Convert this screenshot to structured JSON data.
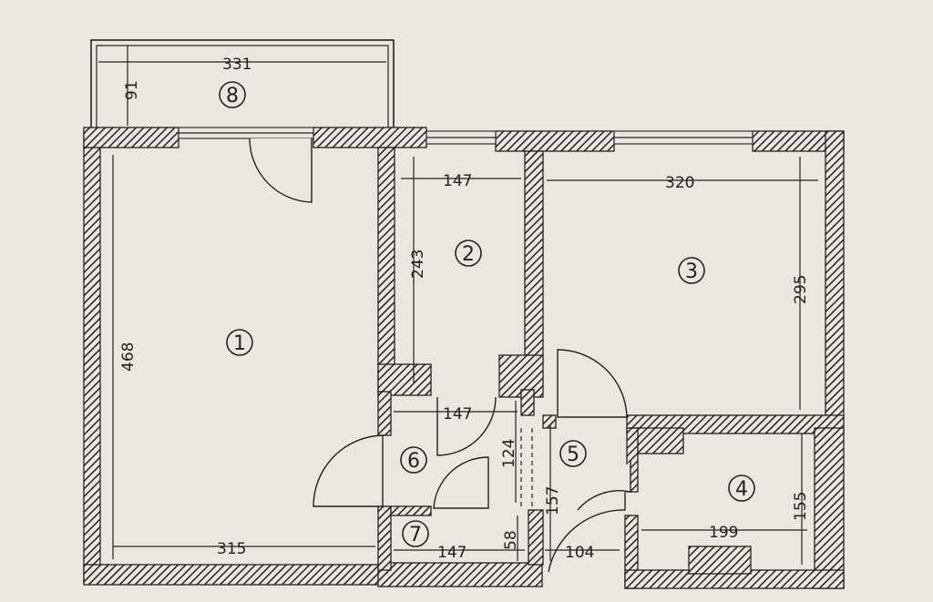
{
  "rooms": [
    {
      "id": "1",
      "label": "①"
    },
    {
      "id": "2",
      "label": "②"
    },
    {
      "id": "3",
      "label": "③"
    },
    {
      "id": "4",
      "label": "④"
    },
    {
      "id": "5",
      "label": "⑤"
    },
    {
      "id": "6",
      "label": "⑥"
    },
    {
      "id": "7",
      "label": "⑦"
    },
    {
      "id": "8",
      "label": "⑧"
    }
  ],
  "dimensions": {
    "balcony_width": "331",
    "balcony_depth": "91",
    "room1_height": "468",
    "room1_width": "315",
    "room2_width": "147",
    "room2_height": "243",
    "room3_width": "320",
    "room3_height": "295",
    "room4_width": "199",
    "room4_height": "155",
    "room5_height": "157",
    "room5_width": "104",
    "room6_width": "147",
    "room6_height": "124",
    "room7_width": "147",
    "room7_height": "58"
  },
  "colors": {
    "paper": "#e9e7e0",
    "ink": "#222222"
  }
}
